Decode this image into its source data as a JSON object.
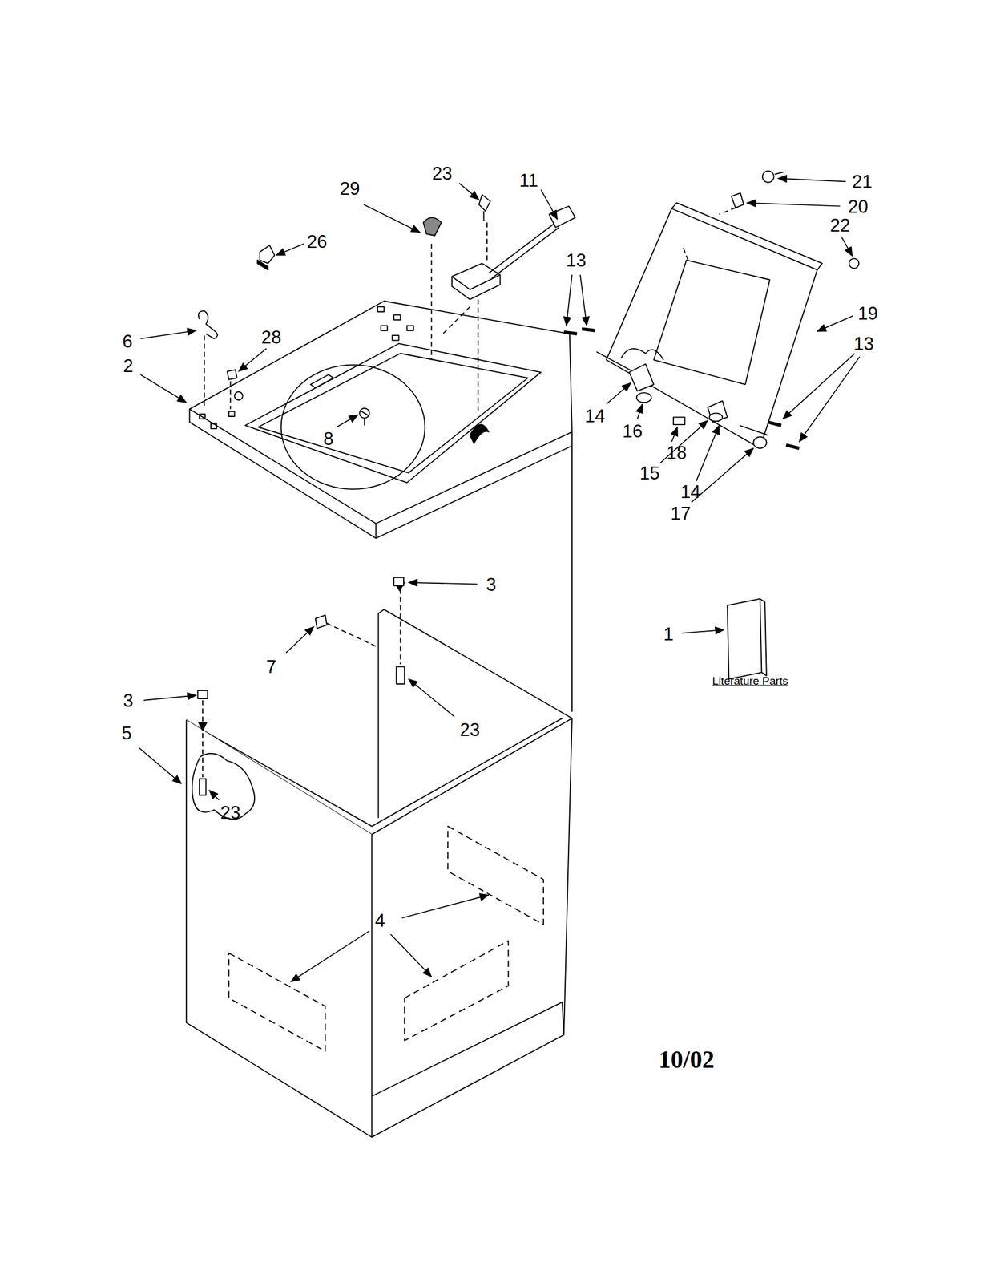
{
  "diagram": {
    "labels": [
      "23",
      "11",
      "29",
      "21",
      "20",
      "26",
      "22",
      "13",
      "6",
      "28",
      "19",
      "2",
      "13",
      "14",
      "16",
      "8",
      "18",
      "15",
      "14",
      "17",
      "3",
      "1",
      "Literature Parts",
      "7",
      "3",
      "23",
      "5",
      "23",
      "4",
      "10/02"
    ]
  }
}
